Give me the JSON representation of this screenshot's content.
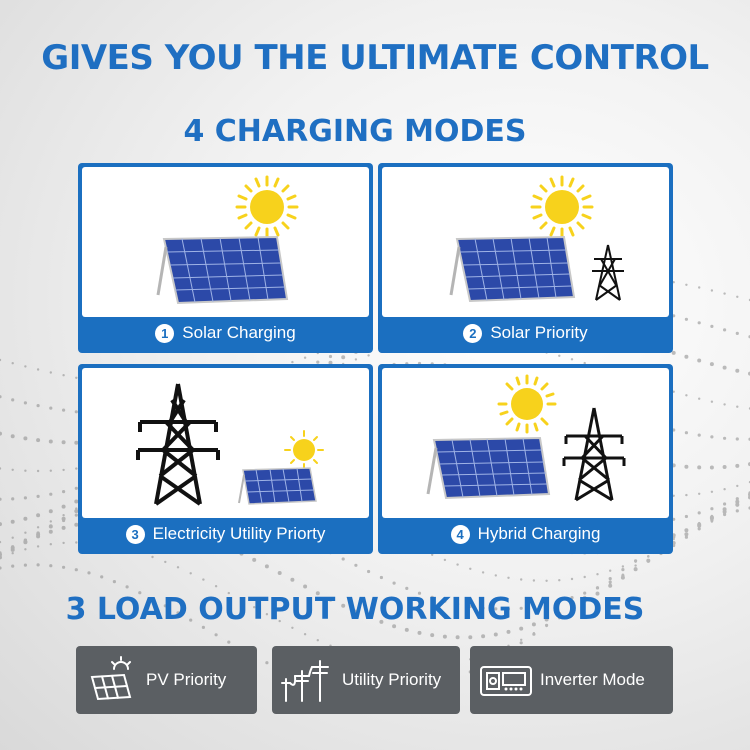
{
  "headline": "GIVES YOU THE ULTIMATE CONTROL",
  "charging_title": "4 CHARGING MODES",
  "charging_modes": [
    {
      "num": "1",
      "label": "Solar Charging",
      "icons": [
        "sun-icon",
        "solar-panel-icon"
      ]
    },
    {
      "num": "2",
      "label": "Solar Priority",
      "icons": [
        "sun-icon",
        "solar-panel-icon",
        "power-tower-icon"
      ]
    },
    {
      "num": "3",
      "label": "Electricity Utility Priorty",
      "icons": [
        "power-tower-icon",
        "sun-icon",
        "solar-panel-icon"
      ]
    },
    {
      "num": "4",
      "label": "Hybrid Charging",
      "icons": [
        "sun-icon",
        "solar-panel-icon",
        "power-tower-icon"
      ]
    }
  ],
  "load_title": "3 LOAD OUTPUT WORKING MODES",
  "load_modes": [
    {
      "label": "PV Priority",
      "icon": "pv-panel-icon"
    },
    {
      "label": "Utility Priority",
      "icon": "utility-pole-icon"
    },
    {
      "label": "Inverter Mode",
      "icon": "inverter-icon"
    }
  ],
  "colors": {
    "accent": "#1f6fc2",
    "card": "#1b6fc0",
    "mode_button": "#5b5f63",
    "sun": "#f7d21c",
    "panel": "#2c49a8"
  }
}
